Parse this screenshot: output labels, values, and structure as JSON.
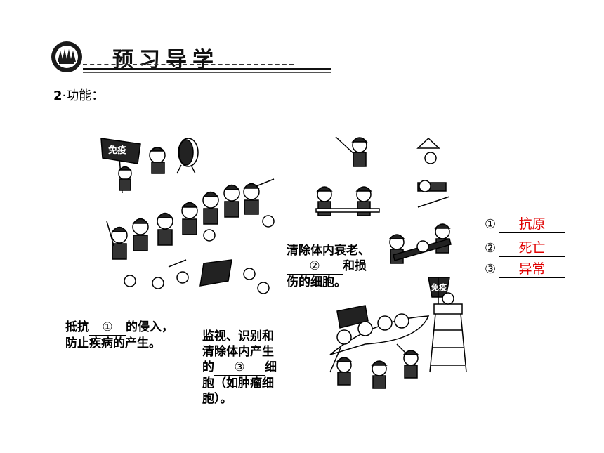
{
  "header": {
    "title": "预习导学"
  },
  "section": {
    "number": "2",
    "label": "·功能："
  },
  "illustration": {
    "flag_texts": [
      "免疫",
      "免疫"
    ]
  },
  "captions": {
    "defense": {
      "line1_pre": "抵抗",
      "blank": "①",
      "line1_post": "的侵入，",
      "line2": "防止疾病的产生。"
    },
    "surveillance": {
      "line1": "监视、识别和",
      "line2": "清除体内产生",
      "line3_pre": "的",
      "blank": "③",
      "line3_post": "细",
      "line4": "胞（如肿瘤细",
      "line5": "胞）。"
    },
    "homeostasis": {
      "line1": "清除体内衰老、",
      "blank": "②",
      "line2_post": "和损",
      "line3": "伤的细胞。"
    }
  },
  "answers": [
    {
      "marker": "①",
      "text": "抗原"
    },
    {
      "marker": "②",
      "text": "死亡"
    },
    {
      "marker": "③",
      "text": "异常"
    }
  ]
}
